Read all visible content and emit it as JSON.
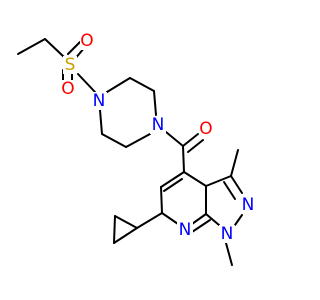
{
  "molecule": {
    "atoms": {
      "sulfur": {
        "symbol": "S"
      },
      "sulfonyl_oxygen_top": {
        "symbol": "O"
      },
      "sulfonyl_oxygen_bottom": {
        "symbol": "O"
      },
      "piperazine_n_left": {
        "symbol": "N"
      },
      "piperazine_n_right": {
        "symbol": "N"
      },
      "carbonyl_oxygen": {
        "symbol": "O"
      },
      "pyrazole_n2": {
        "symbol": "N"
      },
      "pyrazole_n1": {
        "symbol": "N"
      },
      "pyridine_n": {
        "symbol": "N"
      }
    },
    "colors": {
      "bond": "#000000",
      "sulfur": "#c8a000",
      "oxygen": "#ff0000",
      "nitrogen": "#0000ff",
      "background": "#ffffff"
    }
  }
}
